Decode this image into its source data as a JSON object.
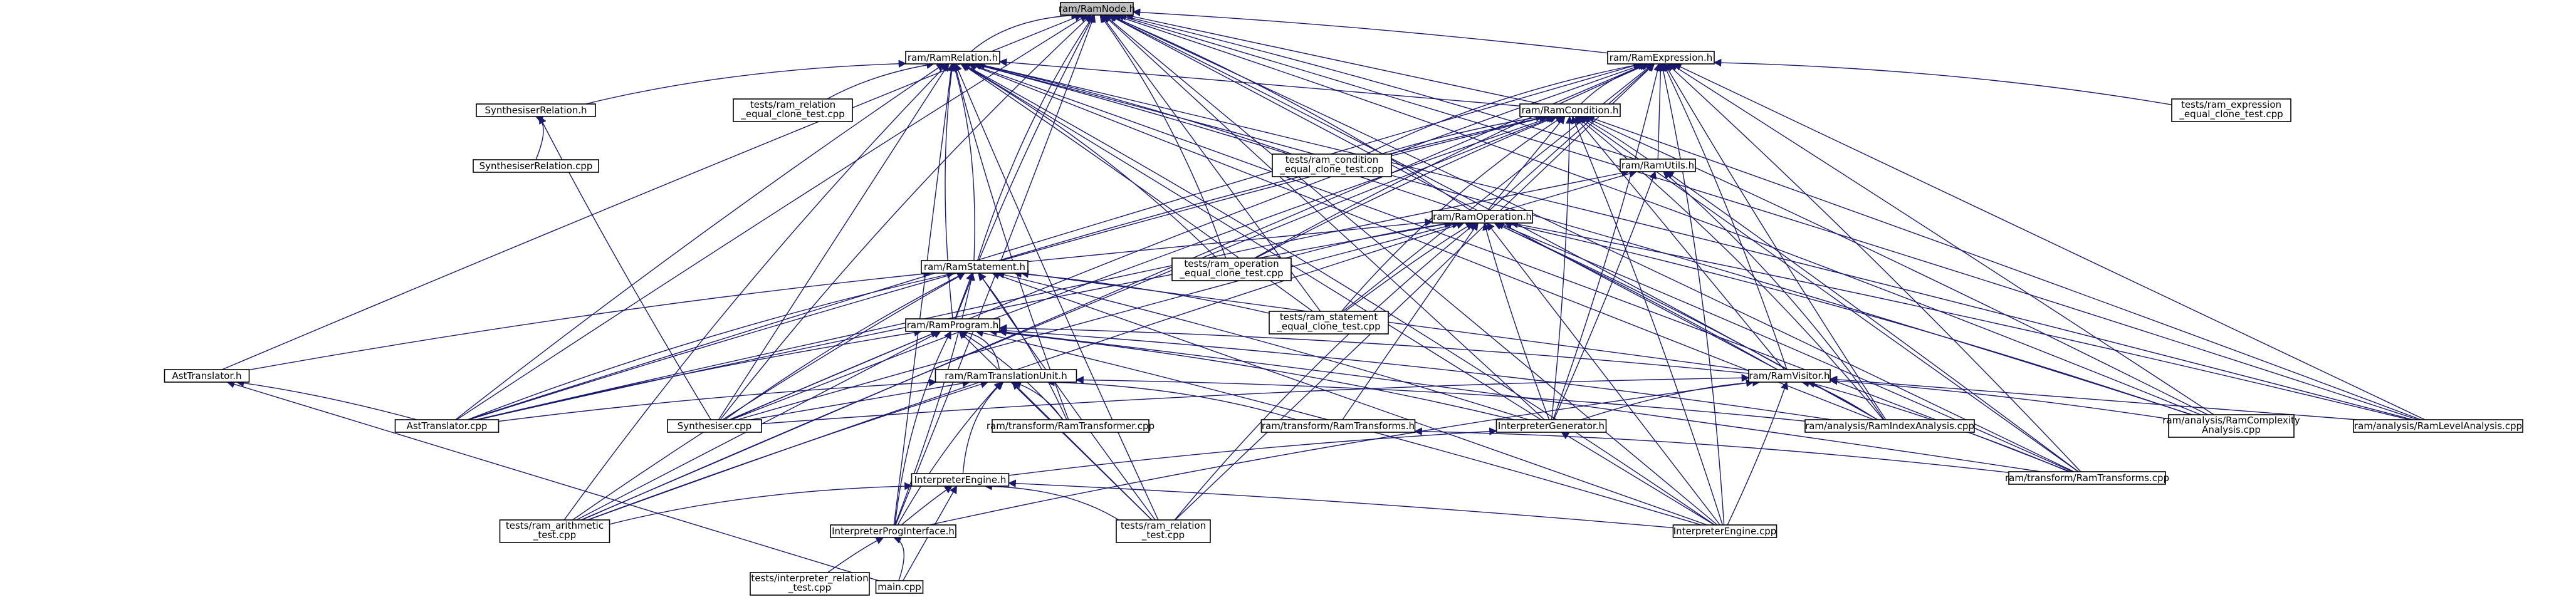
{
  "graph": {
    "type": "include-dependency-graph",
    "edge_color": "#191970",
    "root_fill": "#bfbfbf",
    "nodes": [
      {
        "id": "ramnode",
        "lines": [
          "ram/RamNode.h"
        ],
        "root": true
      },
      {
        "id": "ramrelation",
        "lines": [
          "ram/RamRelation.h"
        ]
      },
      {
        "id": "ramexpression",
        "lines": [
          "ram/RamExpression.h"
        ]
      },
      {
        "id": "synthrel_h",
        "lines": [
          "SynthesiserRelation.h"
        ]
      },
      {
        "id": "synthrel_cpp",
        "lines": [
          "SynthesiserRelation.cpp"
        ]
      },
      {
        "id": "test_relclone",
        "lines": [
          "tests/ram_relation",
          "_equal_clone_test.cpp"
        ]
      },
      {
        "id": "ramcondition",
        "lines": [
          "ram/RamCondition.h"
        ]
      },
      {
        "id": "test_exprclone",
        "lines": [
          "tests/ram_expression",
          "_equal_clone_test.cpp"
        ]
      },
      {
        "id": "test_condclone",
        "lines": [
          "tests/ram_condition",
          "_equal_clone_test.cpp"
        ]
      },
      {
        "id": "ramutils",
        "lines": [
          "ram/RamUtils.h"
        ]
      },
      {
        "id": "ramoperation",
        "lines": [
          "ram/RamOperation.h"
        ]
      },
      {
        "id": "test_opclone",
        "lines": [
          "tests/ram_operation",
          "_equal_clone_test.cpp"
        ]
      },
      {
        "id": "ramstatement",
        "lines": [
          "ram/RamStatement.h"
        ]
      },
      {
        "id": "test_stmtclone",
        "lines": [
          "tests/ram_statement",
          "_equal_clone_test.cpp"
        ]
      },
      {
        "id": "ramprogram",
        "lines": [
          "ram/RamProgram.h"
        ]
      },
      {
        "id": "asttranslator_h",
        "lines": [
          "AstTranslator.h"
        ]
      },
      {
        "id": "ramvisitor",
        "lines": [
          "ram/RamVisitor.h"
        ]
      },
      {
        "id": "ramtu",
        "lines": [
          "ram/RamTranslationUnit.h"
        ]
      },
      {
        "id": "asttranslator_cpp",
        "lines": [
          "AstTranslator.cpp"
        ]
      },
      {
        "id": "synthesiser_cpp",
        "lines": [
          "Synthesiser.cpp"
        ]
      },
      {
        "id": "ramtransformer_cpp",
        "lines": [
          "ram/transform/RamTransformer.cpp"
        ]
      },
      {
        "id": "ramtransforms_h",
        "lines": [
          "ram/transform/RamTransforms.h"
        ]
      },
      {
        "id": "interpgen_h",
        "lines": [
          "InterpreterGenerator.h"
        ]
      },
      {
        "id": "ramindex_cpp",
        "lines": [
          "ram/analysis/RamIndexAnalysis.cpp"
        ]
      },
      {
        "id": "ramcomplexity_cpp",
        "lines": [
          "ram/analysis/RamComplexity",
          "Analysis.cpp"
        ]
      },
      {
        "id": "ramlevel_cpp",
        "lines": [
          "ram/analysis/RamLevelAnalysis.cpp"
        ]
      },
      {
        "id": "interpengine_h",
        "lines": [
          "InterpreterEngine.h"
        ]
      },
      {
        "id": "ramtransforms_cpp",
        "lines": [
          "ram/transform/RamTransforms.cpp"
        ]
      },
      {
        "id": "test_arith",
        "lines": [
          "tests/ram_arithmetic",
          "_test.cpp"
        ]
      },
      {
        "id": "interpprog_h",
        "lines": [
          "InterpreterProgInterface.h"
        ]
      },
      {
        "id": "test_reltest",
        "lines": [
          "tests/ram_relation",
          "_test.cpp"
        ]
      },
      {
        "id": "interpengine_cpp",
        "lines": [
          "InterpreterEngine.cpp"
        ]
      },
      {
        "id": "test_interprel",
        "lines": [
          "tests/interpreter_relation",
          "_test.cpp"
        ]
      },
      {
        "id": "main_cpp",
        "lines": [
          "main.cpp"
        ]
      }
    ],
    "edges": [
      [
        "ramnode",
        "ramrelation"
      ],
      [
        "ramnode",
        "ramexpression"
      ],
      [
        "ramnode",
        "ramcondition"
      ],
      [
        "ramnode",
        "ramutils"
      ],
      [
        "ramnode",
        "ramoperation"
      ],
      [
        "ramnode",
        "ramstatement"
      ],
      [
        "ramnode",
        "ramprogram"
      ],
      [
        "ramnode",
        "ramvisitor"
      ],
      [
        "ramnode",
        "asttranslator_h"
      ],
      [
        "ramnode",
        "asttranslator_cpp"
      ],
      [
        "ramnode",
        "synthesiser_cpp"
      ],
      [
        "ramnode",
        "interpgen_h"
      ],
      [
        "ramnode",
        "test_stmtclone"
      ],
      [
        "ramnode",
        "ramindex_cpp"
      ],
      [
        "ramnode",
        "ramcomplexity_cpp"
      ],
      [
        "ramnode",
        "ramlevel_cpp"
      ],
      [
        "ramnode",
        "ramtransforms_cpp"
      ],
      [
        "ramnode",
        "interpengine_cpp"
      ],
      [
        "ramnode",
        "interpprog_h"
      ],
      [
        "ramnode",
        "test_opclone"
      ],
      [
        "ramrelation",
        "synthrel_h"
      ],
      [
        "ramrelation",
        "test_relclone"
      ],
      [
        "ramrelation",
        "ramcondition"
      ],
      [
        "ramrelation",
        "ramoperation"
      ],
      [
        "ramrelation",
        "ramstatement"
      ],
      [
        "ramrelation",
        "ramprogram"
      ],
      [
        "ramrelation",
        "asttranslator_cpp"
      ],
      [
        "ramrelation",
        "synthesiser_cpp"
      ],
      [
        "ramrelation",
        "test_condclone"
      ],
      [
        "ramrelation",
        "test_opclone"
      ],
      [
        "ramrelation",
        "test_stmtclone"
      ],
      [
        "ramrelation",
        "interpgen_h"
      ],
      [
        "ramrelation",
        "ramindex_cpp"
      ],
      [
        "ramrelation",
        "ramtransforms_cpp"
      ],
      [
        "ramrelation",
        "interpengine_cpp"
      ],
      [
        "ramrelation",
        "test_arith"
      ],
      [
        "ramrelation",
        "test_reltest"
      ],
      [
        "ramrelation",
        "interpprog_h"
      ],
      [
        "ramrelation",
        "ramlevel_cpp"
      ],
      [
        "ramrelation",
        "ramcomplexity_cpp"
      ],
      [
        "ramrelation",
        "ramtransformer_cpp"
      ],
      [
        "ramexpression",
        "ramcondition"
      ],
      [
        "ramexpression",
        "ramutils"
      ],
      [
        "ramexpression",
        "ramoperation"
      ],
      [
        "ramexpression",
        "test_exprclone"
      ],
      [
        "ramexpression",
        "test_condclone"
      ],
      [
        "ramexpression",
        "test_opclone"
      ],
      [
        "ramexpression",
        "test_stmtclone"
      ],
      [
        "ramexpression",
        "ramvisitor"
      ],
      [
        "ramexpression",
        "interpgen_h"
      ],
      [
        "ramexpression",
        "ramindex_cpp"
      ],
      [
        "ramexpression",
        "ramcomplexity_cpp"
      ],
      [
        "ramexpression",
        "ramlevel_cpp"
      ],
      [
        "ramexpression",
        "ramtransforms_cpp"
      ],
      [
        "ramexpression",
        "interpengine_cpp"
      ],
      [
        "ramexpression",
        "synthesiser_cpp"
      ],
      [
        "ramexpression",
        "asttranslator_cpp"
      ],
      [
        "ramexpression",
        "test_arith"
      ],
      [
        "ramexpression",
        "test_reltest"
      ],
      [
        "synthrel_h",
        "synthrel_cpp"
      ],
      [
        "synthrel_h",
        "synthesiser_cpp"
      ],
      [
        "ramcondition",
        "ramutils"
      ],
      [
        "ramcondition",
        "ramoperation"
      ],
      [
        "ramcondition",
        "test_condclone"
      ],
      [
        "ramcondition",
        "test_opclone"
      ],
      [
        "ramcondition",
        "test_stmtclone"
      ],
      [
        "ramcondition",
        "ramstatement"
      ],
      [
        "ramcondition",
        "ramvisitor"
      ],
      [
        "ramcondition",
        "interpgen_h"
      ],
      [
        "ramcondition",
        "ramindex_cpp"
      ],
      [
        "ramcondition",
        "ramcomplexity_cpp"
      ],
      [
        "ramcondition",
        "ramlevel_cpp"
      ],
      [
        "ramcondition",
        "ramtransforms_cpp"
      ],
      [
        "ramcondition",
        "interpengine_cpp"
      ],
      [
        "ramcondition",
        "synthesiser_cpp"
      ],
      [
        "ramcondition",
        "asttranslator_cpp"
      ],
      [
        "ramcondition",
        "test_arith"
      ],
      [
        "ramutils",
        "ramoperation"
      ],
      [
        "ramutils",
        "interpgen_h"
      ],
      [
        "ramutils",
        "ramindex_cpp"
      ],
      [
        "ramutils",
        "ramtransforms_cpp"
      ],
      [
        "ramutils",
        "asttranslator_cpp"
      ],
      [
        "ramoperation",
        "ramstatement"
      ],
      [
        "ramoperation",
        "test_opclone"
      ],
      [
        "ramoperation",
        "test_stmtclone"
      ],
      [
        "ramoperation",
        "ramvisitor"
      ],
      [
        "ramoperation",
        "interpgen_h"
      ],
      [
        "ramoperation",
        "ramtransforms_h"
      ],
      [
        "ramoperation",
        "ramindex_cpp"
      ],
      [
        "ramoperation",
        "ramcomplexity_cpp"
      ],
      [
        "ramoperation",
        "ramlevel_cpp"
      ],
      [
        "ramoperation",
        "ramtransforms_cpp"
      ],
      [
        "ramoperation",
        "interpengine_cpp"
      ],
      [
        "ramoperation",
        "synthesiser_cpp"
      ],
      [
        "ramoperation",
        "asttranslator_cpp"
      ],
      [
        "ramoperation",
        "test_reltest"
      ],
      [
        "ramoperation",
        "test_arith"
      ],
      [
        "ramstatement",
        "ramprogram"
      ],
      [
        "ramstatement",
        "test_stmtclone"
      ],
      [
        "ramstatement",
        "asttranslator_h"
      ],
      [
        "ramstatement",
        "asttranslator_cpp"
      ],
      [
        "ramstatement",
        "synthesiser_cpp"
      ],
      [
        "ramstatement",
        "ramvisitor"
      ],
      [
        "ramstatement",
        "interpgen_h"
      ],
      [
        "ramstatement",
        "interpprog_h"
      ],
      [
        "ramstatement",
        "test_reltest"
      ],
      [
        "ramstatement",
        "test_arith"
      ],
      [
        "ramstatement",
        "interpengine_cpp"
      ],
      [
        "ramstatement",
        "ramtransformer_cpp"
      ],
      [
        "ramprogram",
        "ramtu"
      ],
      [
        "ramprogram",
        "ramvisitor"
      ],
      [
        "ramprogram",
        "asttranslator_cpp"
      ],
      [
        "ramprogram",
        "synthesiser_cpp"
      ],
      [
        "ramprogram",
        "ramtransformer_cpp"
      ],
      [
        "ramprogram",
        "interpgen_h"
      ],
      [
        "ramprogram",
        "interpprog_h"
      ],
      [
        "ramprogram",
        "test_reltest"
      ],
      [
        "ramprogram",
        "test_arith"
      ],
      [
        "ramprogram",
        "ramtransforms_cpp"
      ],
      [
        "ramprogram",
        "ramindex_cpp"
      ],
      [
        "ramprogram",
        "interpengine_cpp"
      ],
      [
        "asttranslator_h",
        "asttranslator_cpp"
      ],
      [
        "asttranslator_h",
        "main_cpp"
      ],
      [
        "ramvisitor",
        "ramtransforms_cpp"
      ],
      [
        "ramvisitor",
        "interpgen_h"
      ],
      [
        "ramvisitor",
        "ramindex_cpp"
      ],
      [
        "ramvisitor",
        "ramcomplexity_cpp"
      ],
      [
        "ramvisitor",
        "ramlevel_cpp"
      ],
      [
        "ramvisitor",
        "interpengine_cpp"
      ],
      [
        "ramvisitor",
        "synthesiser_cpp"
      ],
      [
        "ramvisitor",
        "interpprog_h"
      ],
      [
        "ramtu",
        "asttranslator_cpp"
      ],
      [
        "ramtu",
        "synthesiser_cpp"
      ],
      [
        "ramtu",
        "ramtransformer_cpp"
      ],
      [
        "ramtu",
        "ramtransforms_h"
      ],
      [
        "ramtu",
        "interpengine_h"
      ],
      [
        "ramtu",
        "interpprog_h"
      ],
      [
        "ramtu",
        "test_reltest"
      ],
      [
        "ramtu",
        "test_arith"
      ],
      [
        "ramtu",
        "ramindex_cpp"
      ],
      [
        "ramtransforms_h",
        "ramtransforms_cpp"
      ],
      [
        "interpgen_h",
        "interpengine_h"
      ],
      [
        "interpgen_h",
        "interpengine_cpp"
      ],
      [
        "interpengine_h",
        "interpprog_h"
      ],
      [
        "interpengine_h",
        "test_reltest"
      ],
      [
        "interpengine_h",
        "test_arith"
      ],
      [
        "interpengine_h",
        "interpengine_cpp"
      ],
      [
        "interpengine_h",
        "main_cpp"
      ],
      [
        "interpprog_h",
        "test_interprel"
      ],
      [
        "interpprog_h",
        "main_cpp"
      ]
    ]
  }
}
